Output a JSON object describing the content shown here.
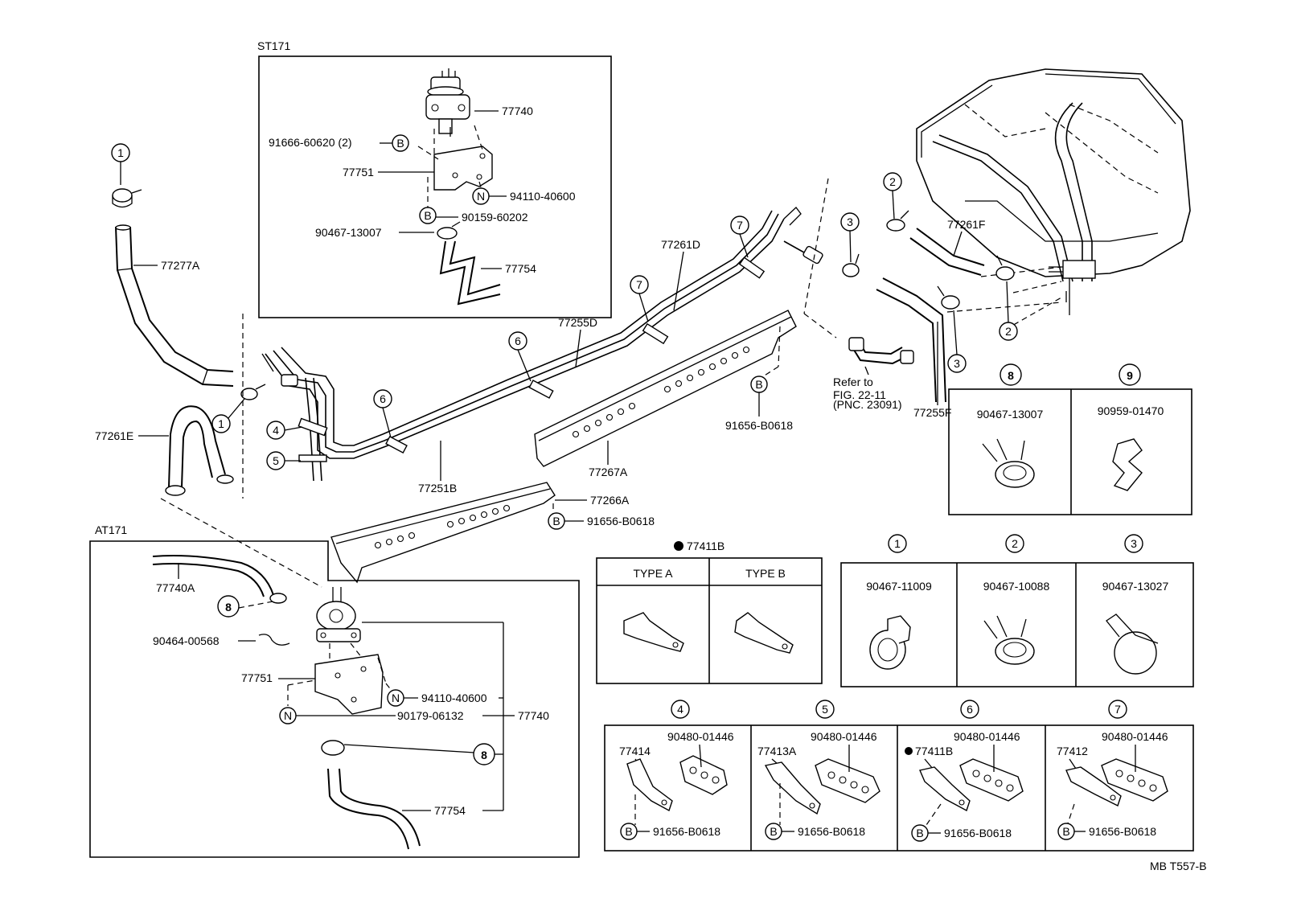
{
  "sections": {
    "st171": "ST171",
    "at171": "AT171"
  },
  "parts": {
    "p77740": "77740",
    "p91666_60620_2": "91666-60620 (2)",
    "p77751_top": "77751",
    "p94110_40600_top": "94110-40600",
    "p90159_60202": "90159-60202",
    "p90467_13007_top": "90467-13007",
    "p77754_top": "77754",
    "p77277A": "77277A",
    "p77261E": "77261E",
    "p77261D": "77261D",
    "p77255D": "77255D",
    "p77251B": "77251B",
    "p77267A": "77267A",
    "p77266A": "77266A",
    "p91656_B0618_a": "91656-B0618",
    "p91656_B0618_b": "91656-B0618",
    "p77261F": "77261F",
    "p77255F": "77255F",
    "p77740A": "77740A",
    "p90464_00568": "90464-00568",
    "p77751_bottom": "77751",
    "p94110_40600_bottom": "94110-40600",
    "p90179_06132": "90179-06132",
    "p77740_bottom": "77740",
    "p77754_bottom": "77754"
  },
  "refer": {
    "line1": "Refer to",
    "line2": "FIG. 22-11",
    "line3": "(PNC. 23091)"
  },
  "callouts": {
    "c1": "1",
    "c2": "2",
    "c3": "3",
    "c4": "4",
    "c5": "5",
    "c6": "6",
    "c7": "7",
    "c8": "8",
    "c9": "9",
    "b": "B",
    "n": "N"
  },
  "legend_77411B": {
    "title": "77411B",
    "type_a": "TYPE A",
    "type_b": "TYPE B"
  },
  "clamp_table_89": {
    "col8_num": "8",
    "col8_part": "90467-13007",
    "col9_num": "9",
    "col9_part": "90959-01470"
  },
  "clamp_table_123": {
    "col1_num": "1",
    "col1_part": "90467-11009",
    "col2_num": "2",
    "col2_part": "90467-10088",
    "col3_num": "3",
    "col3_part": "90467-13027"
  },
  "bracket_table": {
    "col4": {
      "num": "4",
      "clamp": "90480-01446",
      "bracket": "77414",
      "bolt": "91656-B0618"
    },
    "col5": {
      "num": "5",
      "clamp": "90480-01446",
      "bracket": "77413A",
      "bolt": "91656-B0618"
    },
    "col6": {
      "num": "6",
      "clamp": "90480-01446",
      "bracket": "77411B",
      "bolt": "91656-B0618"
    },
    "col7": {
      "num": "7",
      "clamp": "90480-01446",
      "bracket": "77412",
      "bolt": "91656-B0618"
    }
  },
  "footer_code": "MB T557-B"
}
